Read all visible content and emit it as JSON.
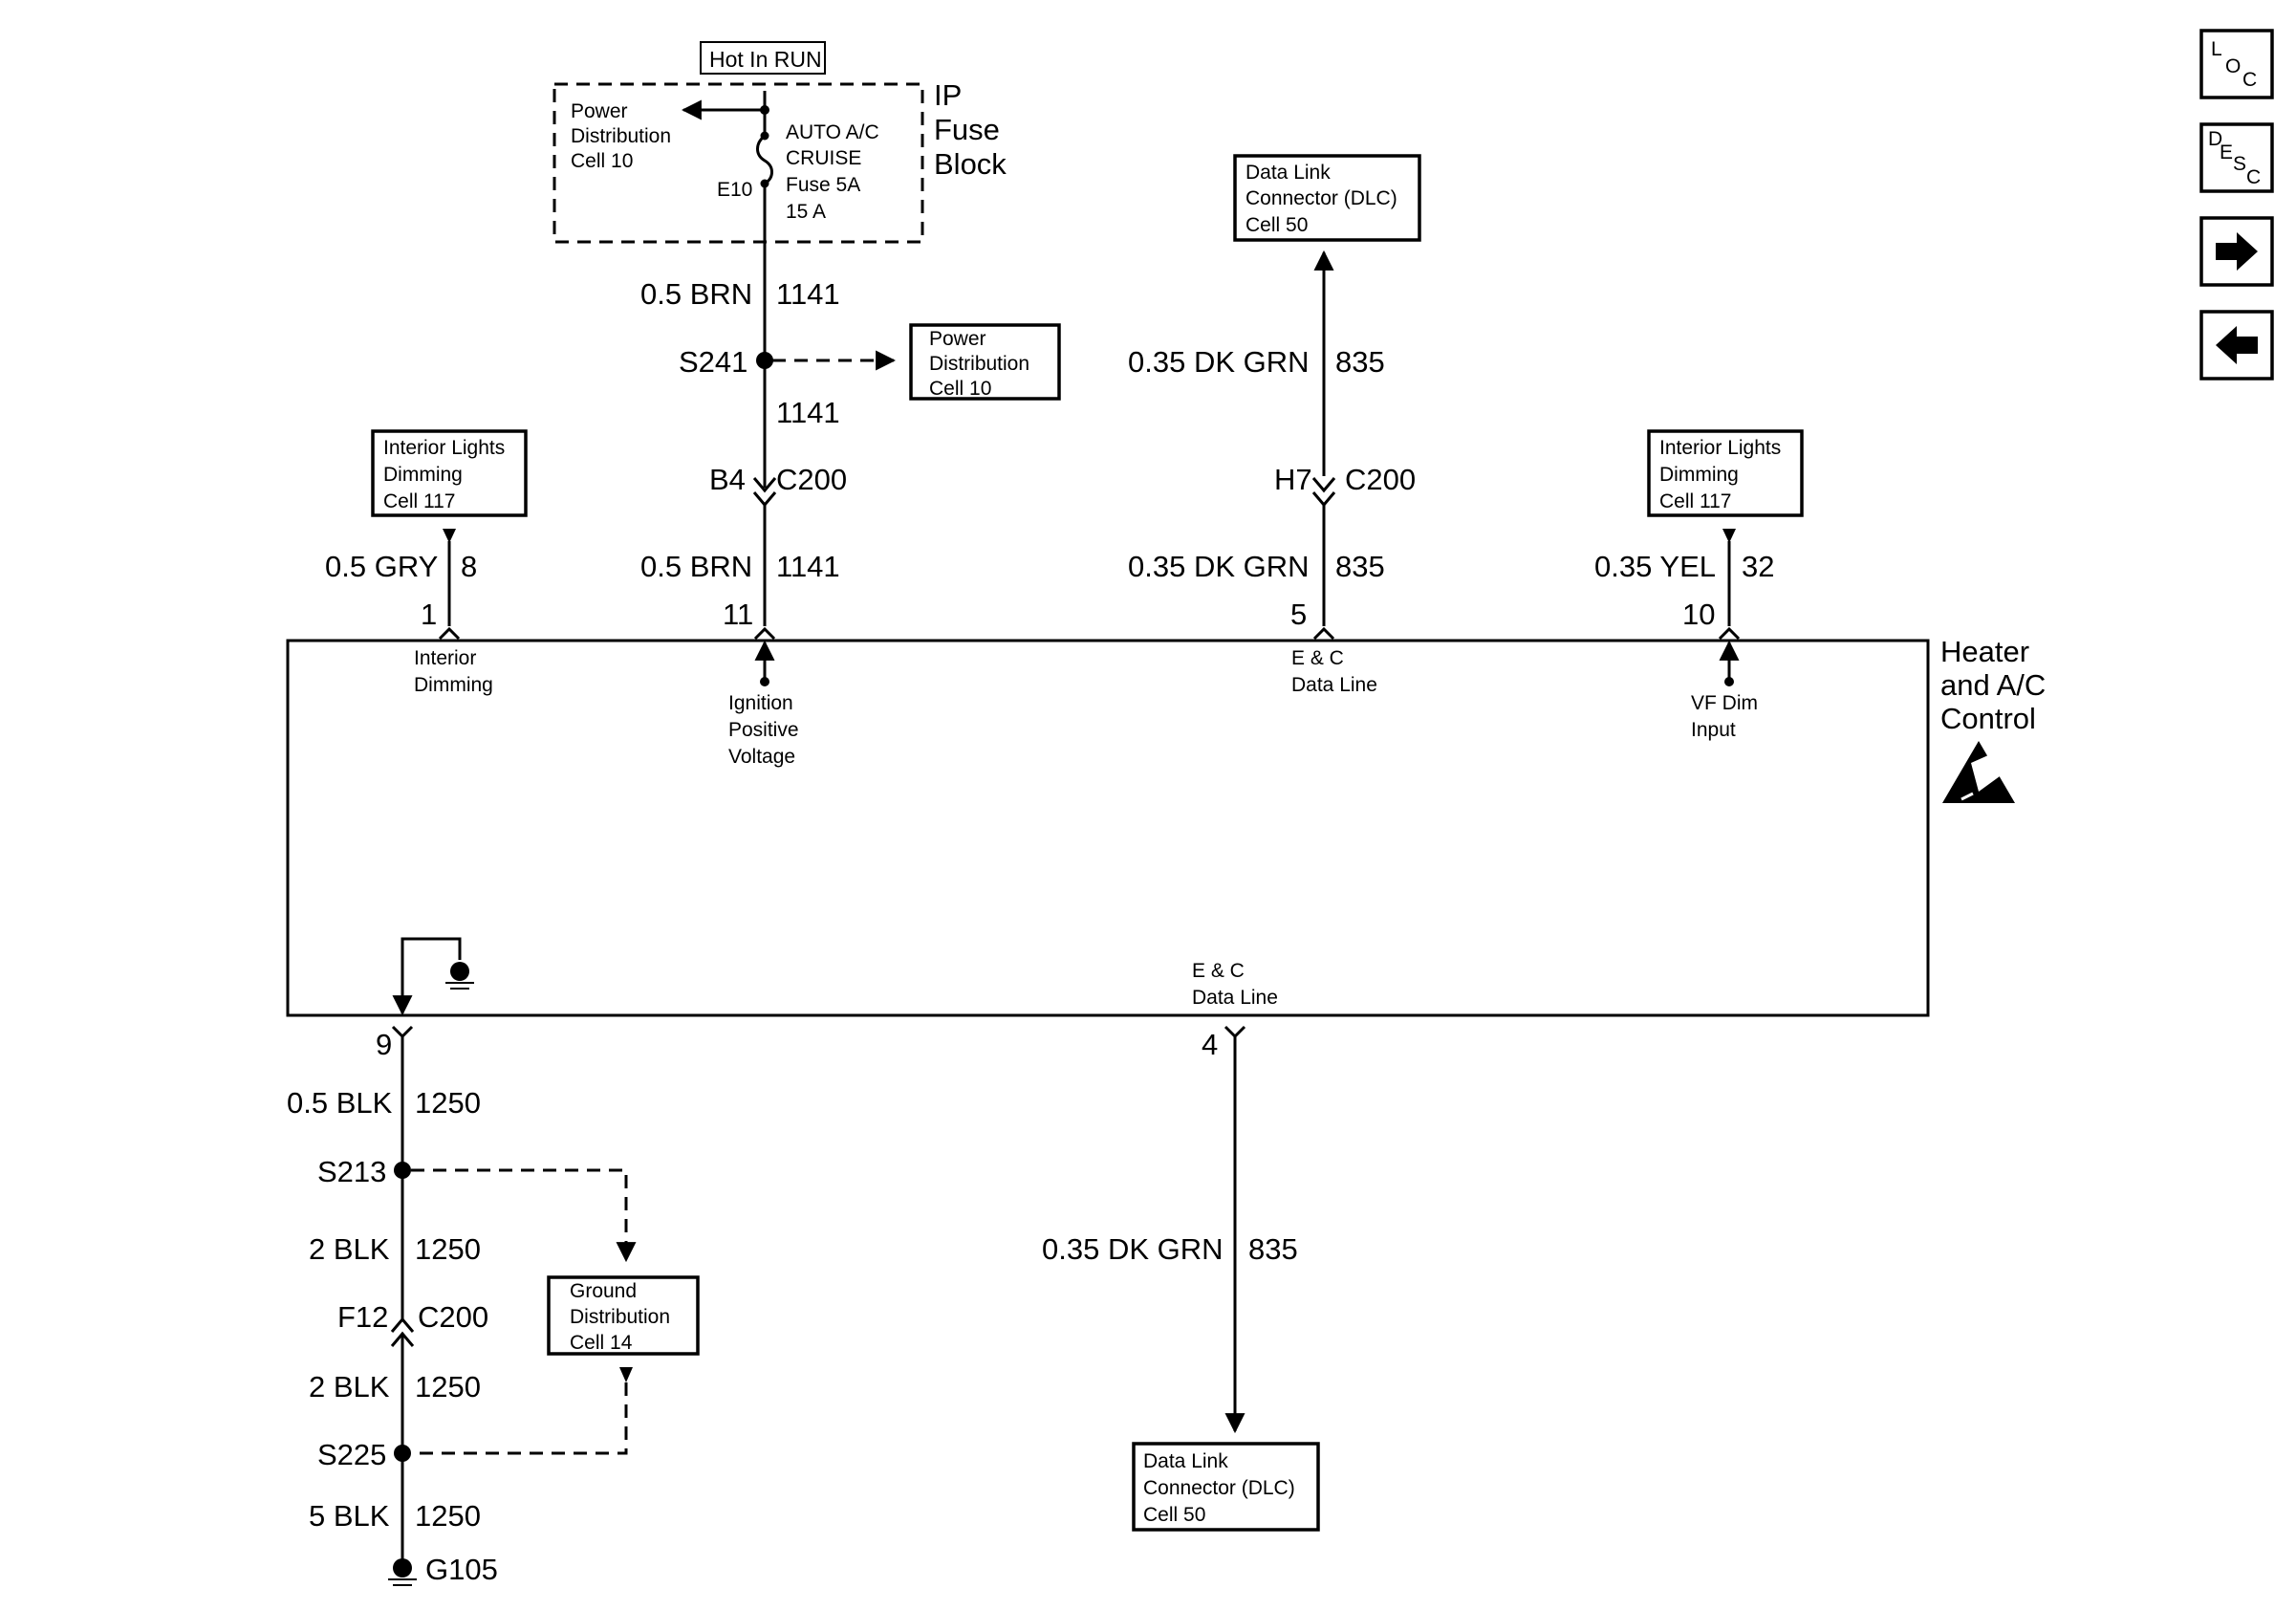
{
  "nav": {
    "loc": {
      "l": "L",
      "o": "O",
      "c": "C"
    },
    "desc": {
      "d": "D",
      "e": "E",
      "s": "S",
      "c": "C"
    }
  },
  "fuse_block": {
    "hot_label": "Hot In RUN",
    "title_lines": [
      "IP",
      "Fuse",
      "Block"
    ],
    "power_dist_lines": [
      "Power",
      "Distribution",
      "Cell 10"
    ],
    "fuse_lines": [
      "AUTO A/C",
      "CRUISE",
      "Fuse 5A",
      "15 A"
    ],
    "cavity": "E10"
  },
  "boxes": {
    "pd_cell10_lines": [
      "Power",
      "Distribution",
      "Cell 10"
    ],
    "dlc_top_lines": [
      "Data Link",
      "Connector (DLC)",
      "Cell 50"
    ],
    "dimming_left_lines": [
      "Interior Lights",
      "Dimming",
      "Cell 117"
    ],
    "dimming_right_lines": [
      "Interior Lights",
      "Dimming",
      "Cell 117"
    ],
    "ground_dist_lines": [
      "Ground",
      "Distribution",
      "Cell 14"
    ],
    "dlc_bottom_lines": [
      "Data Link",
      "Connector (DLC)",
      "Cell 50"
    ]
  },
  "wires": {
    "w_brn_top_color": "0.5 BRN",
    "w_brn_top_circ": "1141",
    "splice_s241": "S241",
    "w_1141_mid": "1141",
    "b4": "B4",
    "c200_a": "C200",
    "w_brn_low_color": "0.5 BRN",
    "w_brn_low_circ": "1141",
    "w_dkgrn_top_color": "0.35 DK GRN",
    "w_dkgrn_top_circ": "835",
    "h7": "H7",
    "c200_b": "C200",
    "w_dkgrn_mid_color": "0.35 DK GRN",
    "w_dkgrn_mid_circ": "835",
    "w_gry_color": "0.5 GRY",
    "w_gry_circ": "8",
    "w_yel_color": "0.35 YEL",
    "w_yel_circ": "32",
    "w_blk1_color": "0.5 BLK",
    "w_blk1_circ": "1250",
    "splice_s213": "S213",
    "w_blk2_color": "2 BLK",
    "w_blk2_circ": "1250",
    "f12": "F12",
    "c200_c": "C200",
    "w_blk3_color": "2 BLK",
    "w_blk3_circ": "1250",
    "splice_s225": "S225",
    "w_blk4_color": "5 BLK",
    "w_blk4_circ": "1250",
    "ground_g105": "G105",
    "w_dkgrn_bot_color": "0.35 DK GRN",
    "w_dkgrn_bot_circ": "835"
  },
  "module": {
    "name_lines": [
      "Heater",
      "and A/C",
      "Control"
    ],
    "pin_1": "1",
    "pin_11": "11",
    "pin_5": "5",
    "pin_10": "10",
    "pin_9": "9",
    "pin_4": "4",
    "interior_dimming_lines": [
      "Interior",
      "Dimming"
    ],
    "ignition_lines": [
      "Ignition",
      "Positive",
      "Voltage"
    ],
    "ec_top_lines": [
      "E & C",
      "Data Line"
    ],
    "vf_dim_lines": [
      "VF Dim",
      "Input"
    ],
    "ec_bottom_lines": [
      "E & C",
      "Data Line"
    ]
  }
}
